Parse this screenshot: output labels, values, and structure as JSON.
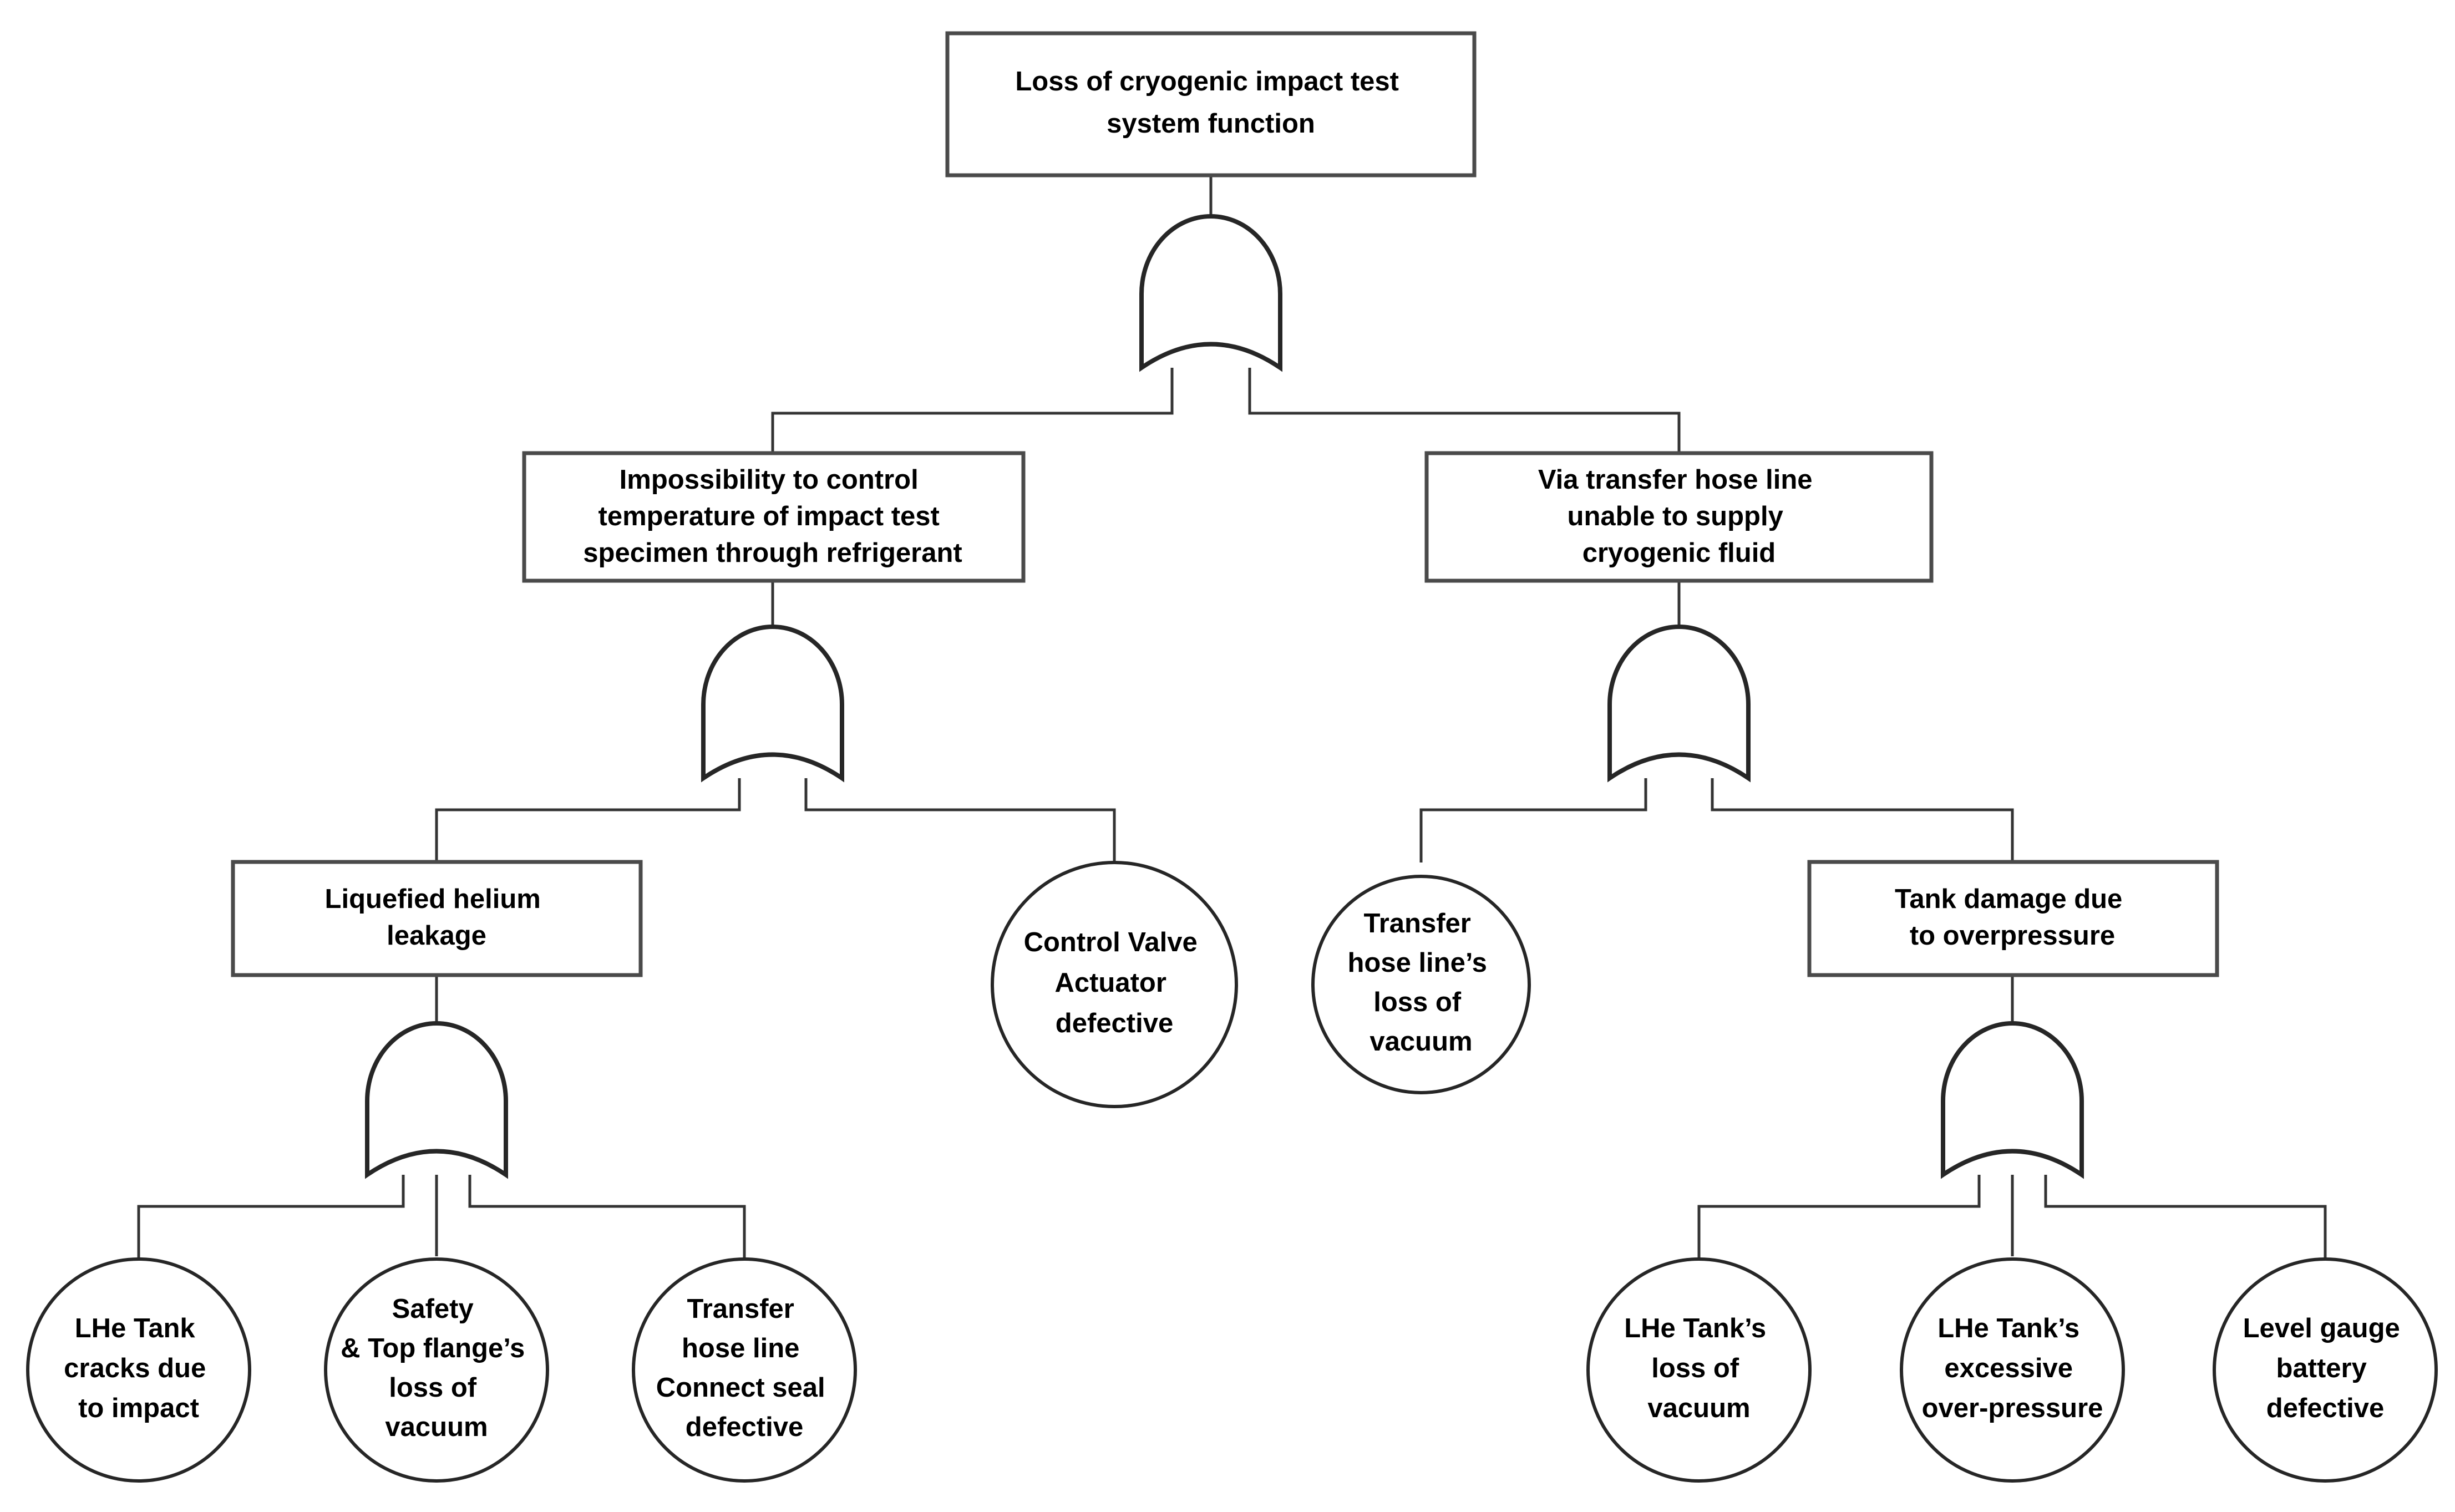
{
  "diagram": {
    "type": "fault-tree",
    "gate_type": "OR",
    "gate_symbol_name": "or-gate",
    "colors": {
      "background": "#ffffff",
      "box_stroke": "#4a4a4a",
      "circle_stroke": "#262626",
      "gate_stroke": "#262626",
      "edge_stroke": "#333333",
      "text": "#000000"
    },
    "nodes": {
      "top_event": {
        "shape": "rect",
        "lines": [
          "Loss of cryogenic impact test",
          "system function"
        ]
      },
      "intermediate_left": {
        "shape": "rect",
        "lines": [
          "Impossibility to control",
          "temperature of impact test",
          "specimen through refrigerant"
        ]
      },
      "intermediate_right": {
        "shape": "rect",
        "lines": [
          "Via transfer hose line",
          "unable to supply",
          "cryogenic fluid"
        ]
      },
      "helium_leakage": {
        "shape": "rect",
        "lines": [
          "Liquefied helium",
          "leakage"
        ]
      },
      "control_valve": {
        "shape": "circle",
        "lines": [
          "Control Valve",
          "Actuator",
          "defective"
        ]
      },
      "hose_vacuum": {
        "shape": "circle",
        "lines": [
          "Transfer",
          "hose line’s",
          "loss of",
          "vacuum"
        ]
      },
      "tank_damage": {
        "shape": "rect",
        "lines": [
          "Tank damage due",
          "to overpressure"
        ]
      },
      "tank_cracks": {
        "shape": "circle",
        "lines": [
          "LHe Tank",
          "cracks due",
          "to impact"
        ]
      },
      "safety_flange": {
        "shape": "circle",
        "lines": [
          "Safety",
          "& Top flange’s",
          "loss of",
          "vacuum"
        ]
      },
      "connect_seal": {
        "shape": "circle",
        "lines": [
          "Transfer",
          "hose line",
          "Connect seal",
          "defective"
        ]
      },
      "tank_vacuum": {
        "shape": "circle",
        "lines": [
          "LHe Tank’s",
          "loss of",
          "vacuum"
        ]
      },
      "tank_overpressure": {
        "shape": "circle",
        "lines": [
          "LHe Tank’s",
          "excessive",
          "over-pressure"
        ]
      },
      "level_gauge": {
        "shape": "circle",
        "lines": [
          "Level gauge",
          "battery",
          "defective"
        ]
      }
    },
    "gates": [
      {
        "name": "gate-top",
        "type": "OR",
        "parent": "top_event",
        "children": [
          "intermediate_left",
          "intermediate_right"
        ]
      },
      {
        "name": "gate-left",
        "type": "OR",
        "parent": "intermediate_left",
        "children": [
          "helium_leakage",
          "control_valve"
        ]
      },
      {
        "name": "gate-right",
        "type": "OR",
        "parent": "intermediate_right",
        "children": [
          "hose_vacuum",
          "tank_damage"
        ]
      },
      {
        "name": "gate-helium",
        "type": "OR",
        "parent": "helium_leakage",
        "children": [
          "tank_cracks",
          "safety_flange",
          "connect_seal"
        ]
      },
      {
        "name": "gate-tank",
        "type": "OR",
        "parent": "tank_damage",
        "children": [
          "tank_vacuum",
          "tank_overpressure",
          "level_gauge"
        ]
      }
    ]
  }
}
